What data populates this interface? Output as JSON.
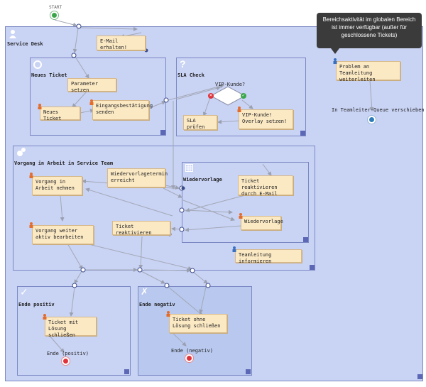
{
  "start_label": "START",
  "tooltip": "Bereichsaktivität im globalen Bereich ist immer verfügbar (außer für geschlossene Tickets)",
  "lanes": {
    "service_desk": "Service Desk",
    "neues_ticket": "Neues Ticket",
    "sla_check": "SLA Check",
    "vorgang": "Vorgang in Arbeit in Service Team",
    "wiedervorlage": "Wiedervorlage",
    "ende_positiv": "Ende positiv",
    "ende_negativ": "Ende negativ"
  },
  "activities": {
    "email_erhalten": "E-Mail erhalten!",
    "parameter_setzen": "Parameter setzen",
    "neues_ticket": "Neues Ticket",
    "eingangsbestaetigung": "Eingangsbestätigung senden",
    "sla_pruefen": "SLA prüfen",
    "vip_overlay": "VIP-Kunde! Overlay setzen!",
    "vip_kunde_q": "VIP-Kunde?",
    "problem_teamleitung": "Problem an Teamleitung weiterleiten",
    "teamleiter_queue": "In Teamleiter-Queue verschieben",
    "vorgang_in_arbeit": "Vorgang in Arbeit nehmen",
    "wiedervorlagetermin": "Wiedervorlagetermin erreicht",
    "ticket_reaktivieren_email": "Ticket reaktivieren durch E-Mail",
    "wiedervorlage": "Wiedervorlage",
    "vorgang_weiter": "Vorgang weiter aktiv bearbeiten",
    "ticket_reaktivieren": "Ticket reaktivieren",
    "teamleitung_informieren": "Teamleitung informieren",
    "ticket_mit_loesung": "Ticket mit Lösung schließen",
    "ticket_ohne_loesung": "Ticket ohne Lösung schließen",
    "ende_positiv_end": "Ende (positiv)",
    "ende_negativ_end": "Ende (negativ)"
  },
  "colors": {
    "panel": "#c9d3f4",
    "panel_border": "#7b88c4",
    "box": "#fbe9c4",
    "highlight_lane": "#b8c8ee",
    "start": "#3aa64a",
    "end": "#e0323a",
    "tooltip": "#3b3b3b"
  }
}
